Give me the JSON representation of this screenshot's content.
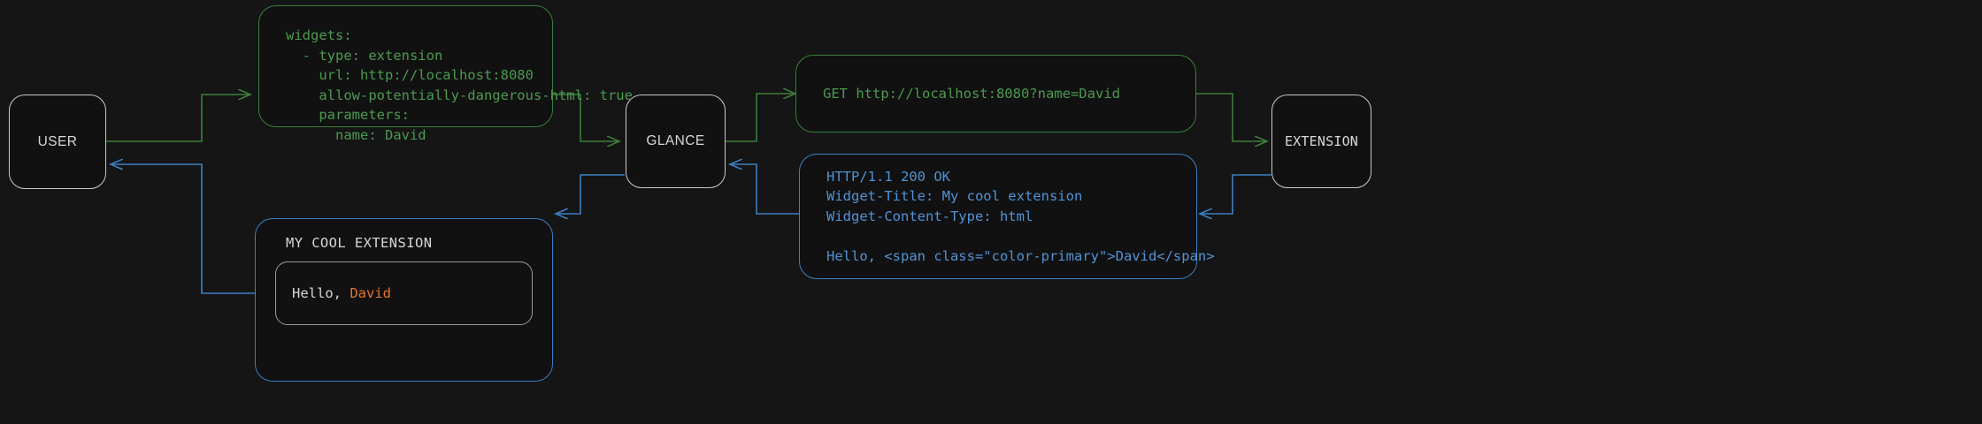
{
  "theme": {
    "background": "#151515",
    "request_color": "#4a9a4f",
    "request_border": "#3c7d3c",
    "response_color": "#4f93d6",
    "response_border": "#3d7fc1",
    "actor_border": "#c9c9c9",
    "actor_text": "#d8d8d8",
    "widget_text": "#d6d6d6",
    "accent_color": "#e8762c"
  },
  "actors": {
    "user": {
      "label": "USER"
    },
    "glance": {
      "label": "GLANCE"
    },
    "extension": {
      "label": "EXTENSION"
    }
  },
  "bubbles": {
    "config_yaml": {
      "name": "glance-config-yaml",
      "color": "#4a9a4f",
      "text": "widgets:\n  - type: extension\n    url: http://localhost:8080\n    allow-potentially-dangerous-html: true\n    parameters:\n      name: David"
    },
    "http_request": {
      "name": "http-get-request",
      "color": "#4a9a4f",
      "text": "GET http://localhost:8080?name=David"
    },
    "http_response": {
      "name": "http-response",
      "color": "#4f93d6",
      "text": "HTTP/1.1 200 OK\nWidget-Title: My cool extension\nWidget-Content-Type: html\n\nHello, <span class=\"color-primary\">David</span>"
    }
  },
  "widget_preview": {
    "title": "MY COOL EXTENSION",
    "greeting_prefix": "Hello, ",
    "greeting_name": "David"
  },
  "connectors": [
    {
      "name": "user-to-config",
      "color": "#3c7d3c",
      "direction": "right"
    },
    {
      "name": "config-to-glance",
      "color": "#3c7d3c",
      "direction": "right"
    },
    {
      "name": "glance-to-request",
      "color": "#3c7d3c",
      "direction": "right"
    },
    {
      "name": "request-to-extension",
      "color": "#3c7d3c",
      "direction": "right"
    },
    {
      "name": "extension-to-response",
      "color": "#3d7fc1",
      "direction": "left"
    },
    {
      "name": "response-to-glance",
      "color": "#3d7fc1",
      "direction": "left"
    },
    {
      "name": "glance-to-widget",
      "color": "#3d7fc1",
      "direction": "left"
    },
    {
      "name": "widget-to-user",
      "color": "#3d7fc1",
      "direction": "left"
    }
  ]
}
